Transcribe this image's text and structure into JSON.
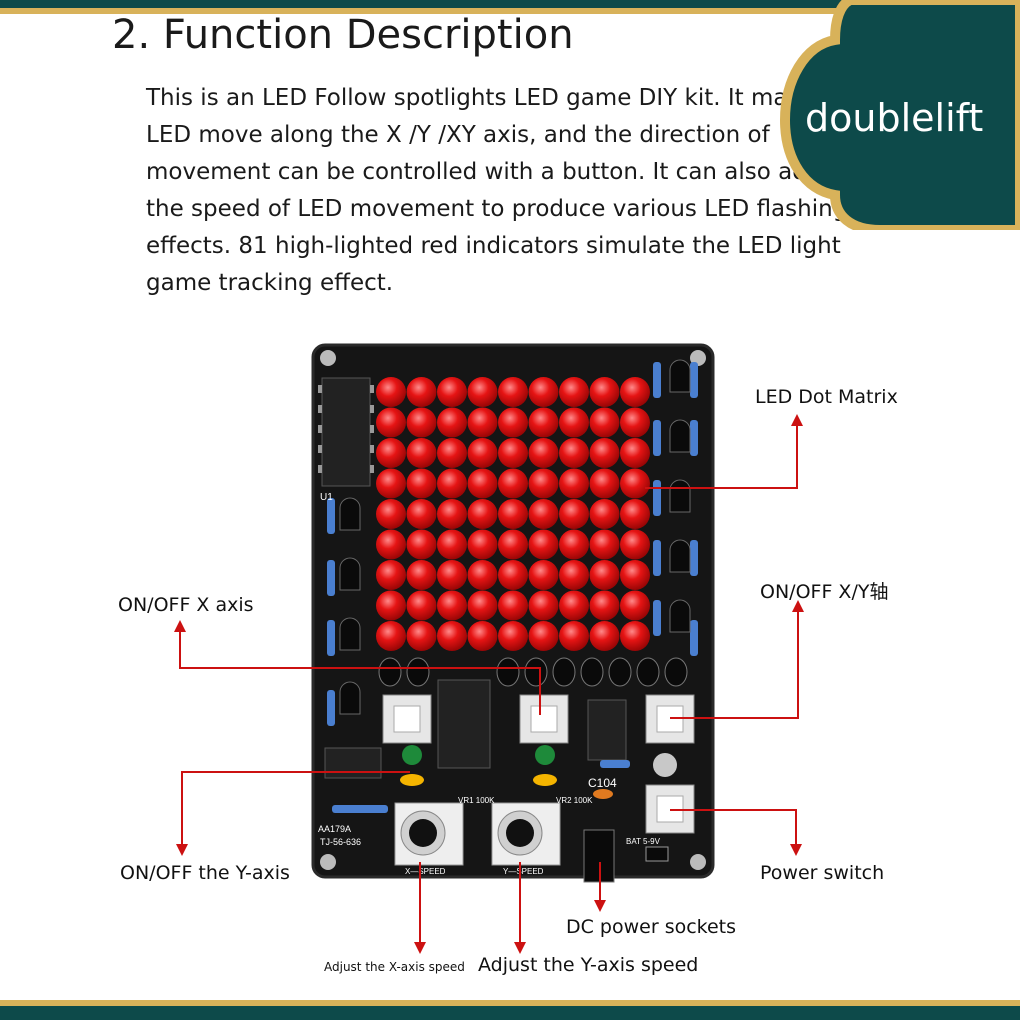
{
  "header": {
    "title": "2. Function Description",
    "description": "This is an LED Follow spotlights LED game DIY kit. It makes LED move along the X /Y /XY axis, and the direction of movement can be controlled with a button. It can also adjust the speed of LED movement to produce various LED flashing effects. 81 high-lighted red indicators simulate the LED light game tracking effect."
  },
  "brand": {
    "name": "doublelift"
  },
  "labels": {
    "led_matrix": "LED Dot Matrix",
    "onoff_x": "ON/OFF X axis",
    "onoff_xy": "ON/OFF X/Y轴",
    "onoff_y": "ON/OFF the Y-axis",
    "power_switch": "Power switch",
    "dc_socket": "DC power sockets",
    "adjust_x": "Adjust the X-axis speed",
    "adjust_y": "Adjust the Y-axis speed"
  },
  "board": {
    "pot1": "VR1 100K",
    "pot2": "VR2 100K",
    "pot1_label": "X—SPEED",
    "pot2_label": "Y—SPEED",
    "cap_label": "C104",
    "model": "AA179A",
    "model2": "TJ-56-636",
    "battery": "BAT 5-9V",
    "chip": "U1"
  },
  "colors": {
    "band": "#0d4a4a",
    "gold": "#d8b25a",
    "led": "#e01010",
    "arrow": "#cc1111",
    "pcb": "#151515"
  }
}
